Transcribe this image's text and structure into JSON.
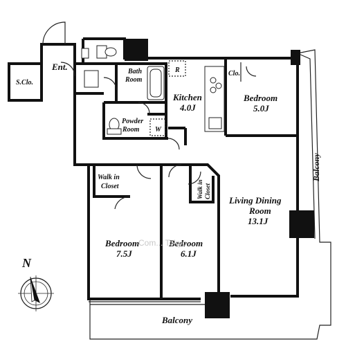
{
  "rooms": {
    "entrance": "Ent.",
    "shoe_closet": "S.Clo.",
    "bath_line1": "Bath",
    "bath_line2": "Room",
    "kitchen_line1": "Kitchen",
    "kitchen_line2": "4.0J",
    "closet": "Clo.",
    "bedroom_ne_line1": "Bedroom",
    "bedroom_ne_line2": "5.0J",
    "powder_line1": "Powder",
    "powder_line2": "Room",
    "washer": "W",
    "refrigerator": "R",
    "walkin_left_line1": "Walk in",
    "walkin_left_line2": "Closet",
    "walkin_right_line1": "Walk in",
    "walkin_right_line2": "Closet",
    "living_line1": "Living Dining",
    "living_line2": "Room",
    "living_line3": "13.1J",
    "bedroom_sw_line1": "Bedroom",
    "bedroom_sw_line2": "7.5J",
    "bedroom_sc_line1": "Bedroom",
    "bedroom_sc_line2": "6.1J",
    "balcony_east": "Balcony",
    "balcony_south": "Balcony"
  },
  "compass": {
    "north": "N"
  },
  "watermark": "Com... Tokyo"
}
